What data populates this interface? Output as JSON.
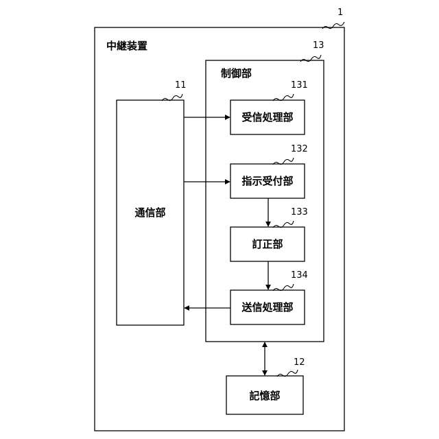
{
  "device": {
    "title": "中継装置",
    "ref": "1"
  },
  "control_unit": {
    "title": "制御部",
    "ref": "13"
  },
  "communication_unit": {
    "label": "通信部",
    "ref": "11"
  },
  "storage_unit": {
    "label": "記憶部",
    "ref": "12"
  },
  "blocks": [
    {
      "label": "受信処理部",
      "ref": "131"
    },
    {
      "label": "指示受付部",
      "ref": "132"
    },
    {
      "label": "訂正部",
      "ref": "133"
    },
    {
      "label": "送信処理部",
      "ref": "134"
    }
  ]
}
